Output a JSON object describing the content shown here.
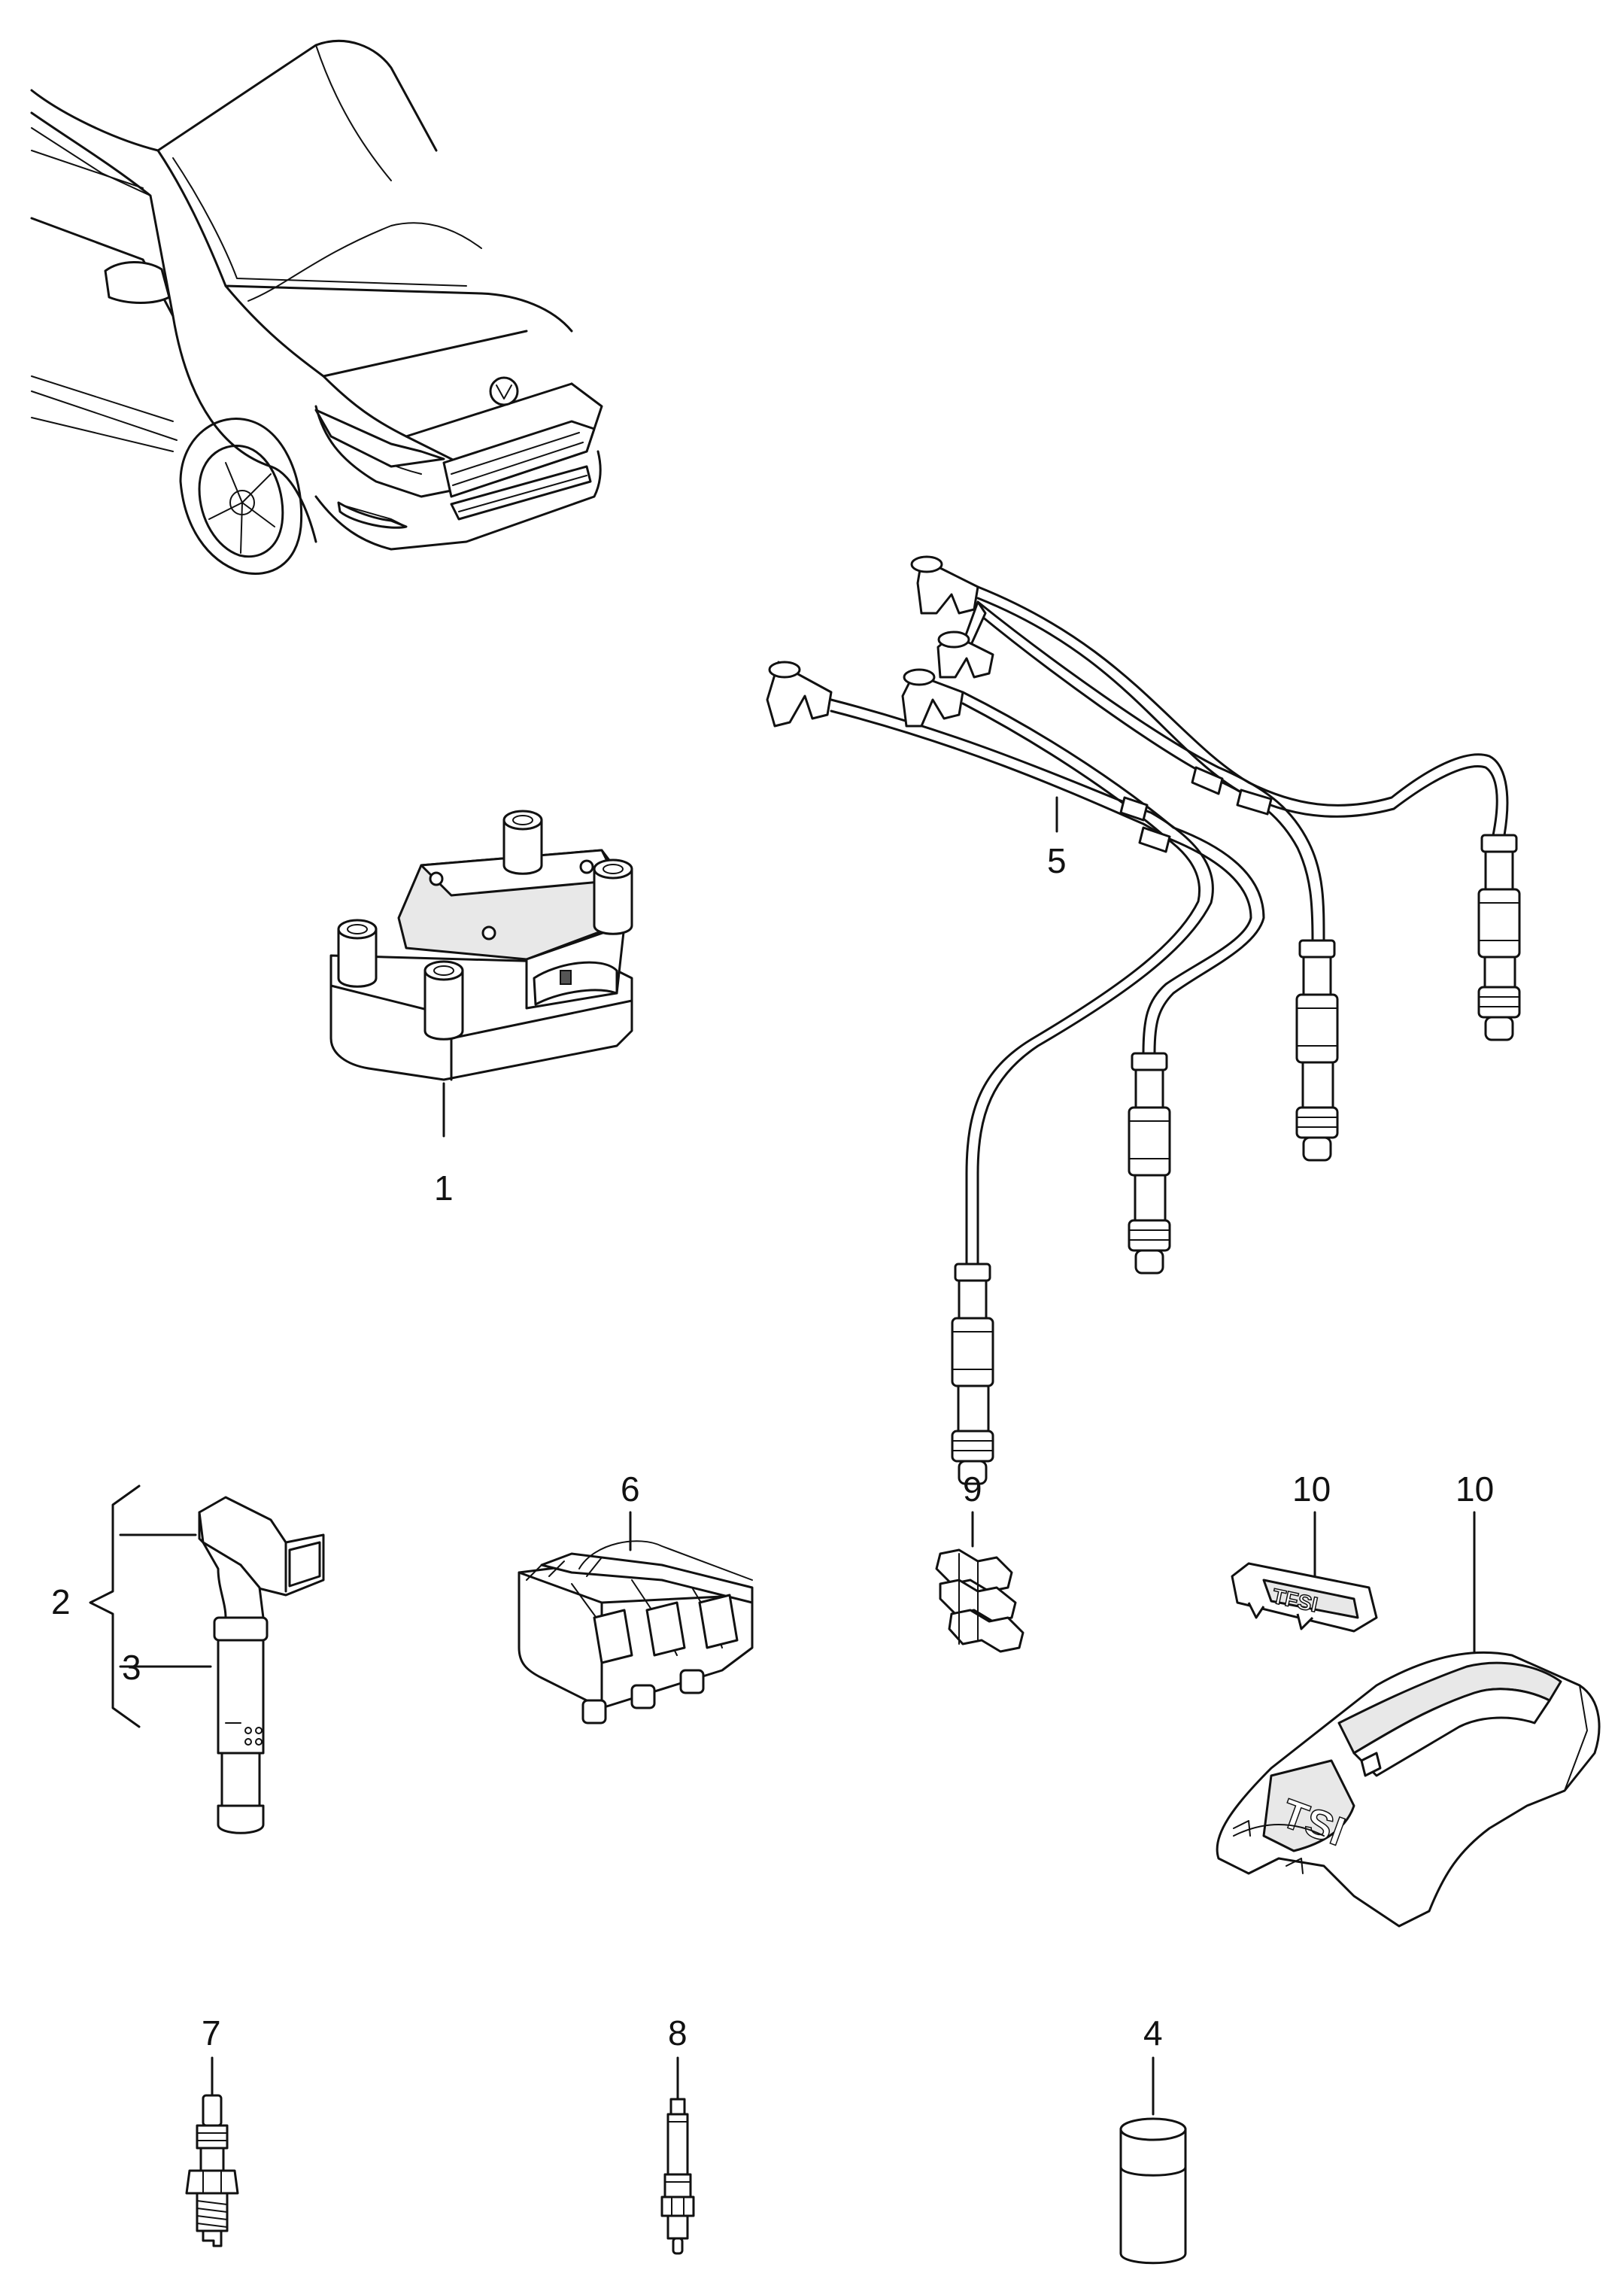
{
  "diagram": {
    "callouts": {
      "c1": "1",
      "c2": "2",
      "c3": "3",
      "c4": "4",
      "c5": "5",
      "c6": "6",
      "c7": "7",
      "c8": "8",
      "c9": "9",
      "c10a": "10",
      "c10b": "10"
    },
    "emblems": {
      "badge": "TFSI",
      "cover": "TSI"
    }
  }
}
